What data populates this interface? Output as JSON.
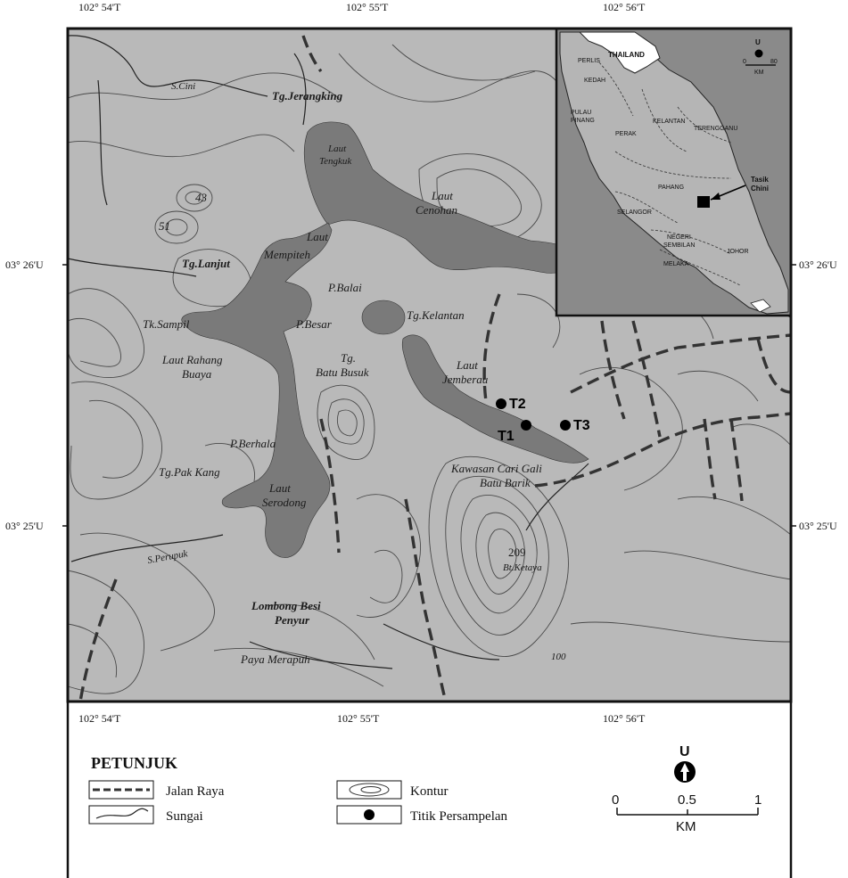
{
  "coordinates": {
    "top": [
      "102° 54'T",
      "102° 55'T",
      "102° 56'T"
    ],
    "bottom": [
      "102° 54'T",
      "102° 55'T",
      "102° 56'T"
    ],
    "left": [
      "03° 26'U",
      "03° 25'U"
    ],
    "right": [
      "03° 26'U",
      "03° 25'U"
    ]
  },
  "places": {
    "s_cini": "S.Cini",
    "tg_jerangking": "Tg.Jerangking",
    "laut_tengkuk_1": "Laut",
    "laut_tengkuk_2": "Tengkuk",
    "laut_cenohan_1": "Laut",
    "laut_cenohan_2": "Cenohan",
    "laut_mempiteh_1": "Laut",
    "laut_mempiteh_2": "Mempiteh",
    "tg_lanjut": "Tg.Lanjut",
    "p_balai": "P.Balai",
    "tg_kelantan": "Tg.Kelantan",
    "tk_sampil": "Tk.Sampil",
    "p_besar": "P.Besar",
    "laut_rahang_1": "Laut Rahang",
    "laut_rahang_2": "Buaya",
    "tg_batu_1": "Tg.",
    "tg_batu_2": "Batu Busuk",
    "laut_jemberau_1": "Laut",
    "laut_jemberau_2": "Jemberau",
    "p_berhala": "P.Berhala",
    "tg_pak_kang": "Tg.Pak Kang",
    "kawasan_1": "Kawasan Cari Gali",
    "kawasan_2": "Batu Barik",
    "laut_serodong_1": "Laut",
    "laut_serodong_2": "Serodong",
    "s_perupuk": "S.Perupuk",
    "lombong_1": "Lombong Besi",
    "lombong_2": "Penyur",
    "paya_merapuh": "Paya Merapuh",
    "bt_ketaya": "Bt.Ketaya"
  },
  "elevations": {
    "e43": "43",
    "e51": "51",
    "e209": "209",
    "e100": "100"
  },
  "samples": {
    "t1": "T1",
    "t2": "T2",
    "t3": "T3"
  },
  "inset": {
    "thailand": "THAILAND",
    "perlis": "PERLIS",
    "kedah": "KEDAH",
    "pulau_pinang_1": "PULAU",
    "pulau_pinang_2": "PINANG",
    "perak": "PERAK",
    "kelantan": "KELANTAN",
    "terengganu": "TERENGGANU",
    "pahang": "PAHANG",
    "selangor": "SELANGOR",
    "negeri_1": "NEGERI",
    "negeri_2": "SEMBILAN",
    "melaka": "MELAKA",
    "johor": "JOHOR",
    "tasik_1": "Tasik",
    "tasik_2": "Chini",
    "north": "U",
    "scale_0": "0",
    "scale_80": "80",
    "scale_unit": "KM"
  },
  "legend": {
    "title": "PETUNJUK",
    "jalan_raya": "Jalan Raya",
    "sungai": "Sungai",
    "kontur": "Kontur",
    "titik": "Titik Persampelan"
  },
  "scale": {
    "north": "U",
    "zero": "0",
    "half": "0.5",
    "one": "1",
    "unit": "KM"
  },
  "colors": {
    "land": "#b9b9b9",
    "lake": "#7a7a7a",
    "ink": "#111111",
    "inset_sea": "#8a8a8a"
  }
}
